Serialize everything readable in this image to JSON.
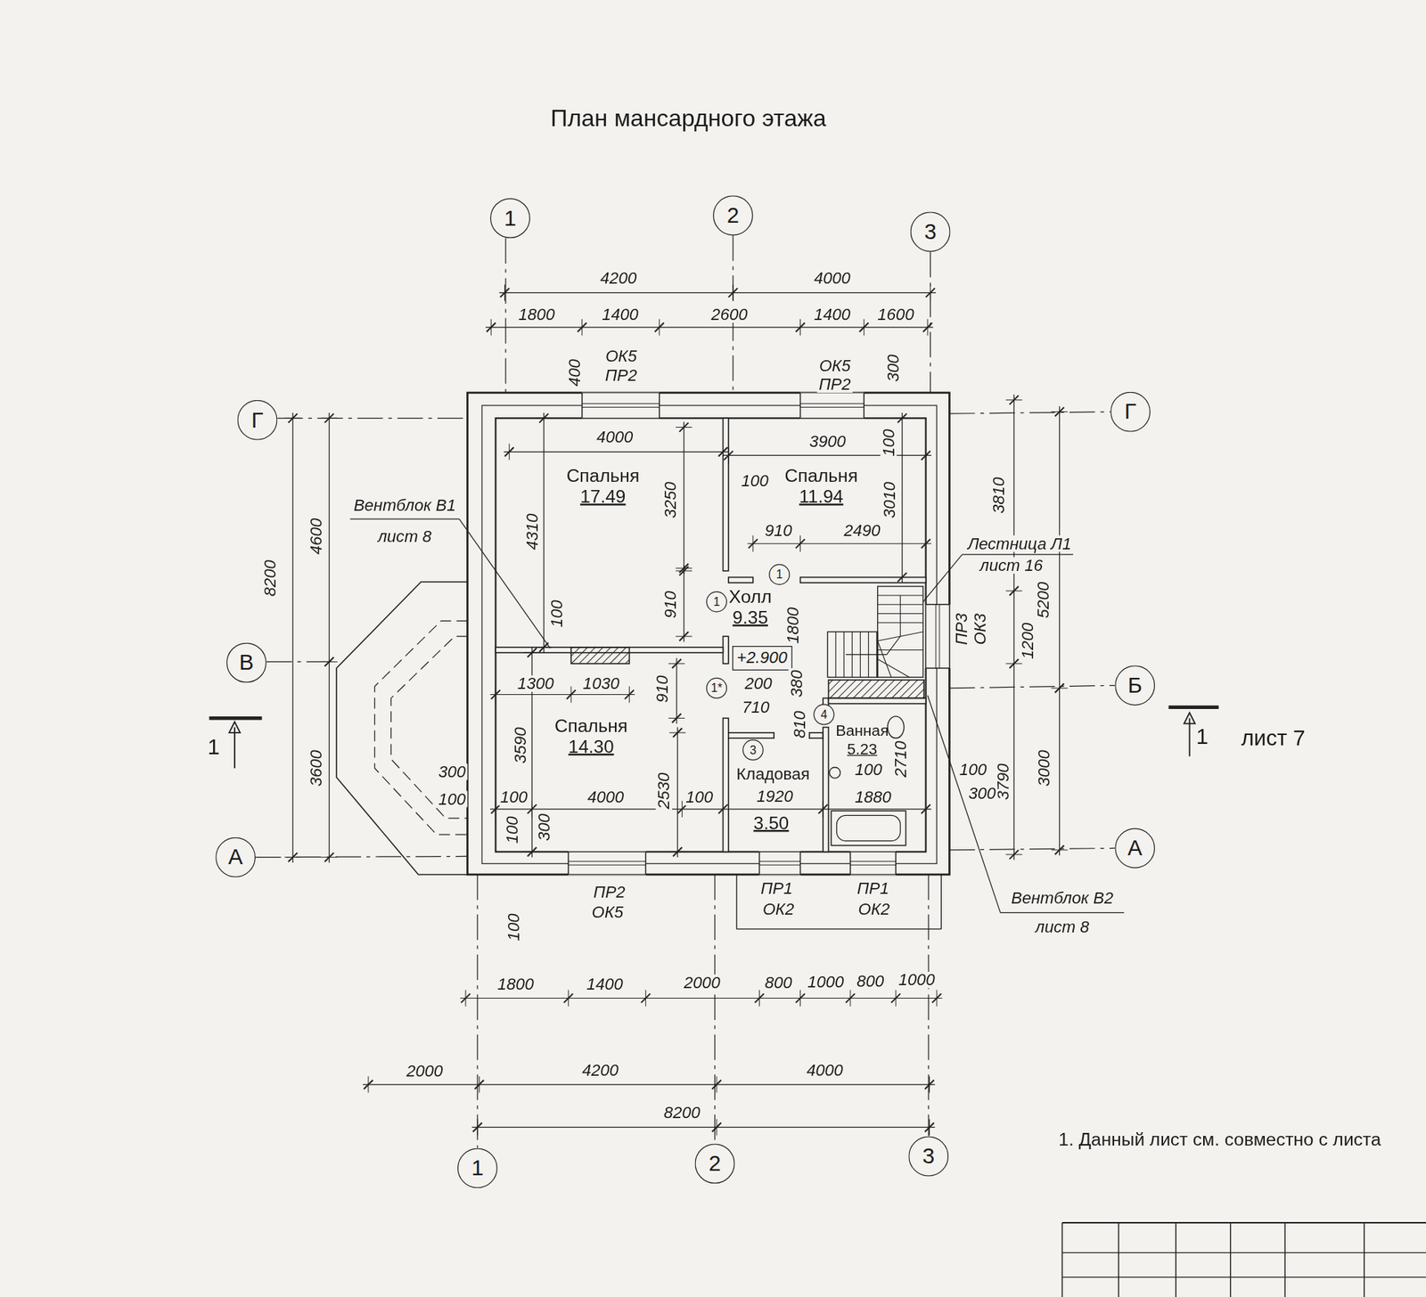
{
  "diagram": {
    "title": "План мансардного этажа",
    "nodes": [
      {
        "text": [
          "1"
        ]
      },
      {
        "text": [
          "2"
        ]
      },
      {
        "text": [
          "3"
        ]
      },
      {
        "text": [
          "Г"
        ]
      },
      {
        "text": [
          "Г"
        ]
      },
      {
        "text": [
          "Спальня",
          "17.49"
        ]
      },
      {
        "text": [
          "Спальня",
          "11.94"
        ]
      },
      {
        "text": [
          "1"
        ]
      },
      {
        "text": [
          "Холл",
          "9.35"
        ]
      },
      {
        "text": [
          "1"
        ]
      },
      {
        "text": [
          "+2.900"
        ]
      },
      {
        "text": [
          "В"
        ]
      },
      {
        "text": [
          "Б"
        ]
      },
      {
        "text": [
          "1*"
        ]
      },
      {
        "text": [
          "4"
        ]
      },
      {
        "text": [
          "Ванная",
          "5.23"
        ]
      },
      {
        "text": [
          "Спальня",
          "14.30"
        ]
      },
      {
        "text": [
          "3"
        ]
      },
      {
        "text": [
          "Кладовая"
        ]
      },
      {
        "text": [
          "А"
        ]
      },
      {
        "text": [
          "А"
        ]
      },
      {
        "text": [
          "1"
        ]
      },
      {
        "text": [
          "2"
        ]
      },
      {
        "text": [
          "3"
        ]
      }
    ],
    "labels": [
      "4200",
      "4000",
      "1800",
      "1400",
      "2600",
      "1400",
      "1600",
      "ОК5",
      "ПР2",
      "400",
      "ОК5",
      "ПР2",
      "300",
      "4000",
      "3900",
      "100",
      "100",
      "3250",
      "3010",
      "4310",
      "Вентблок В1",
      "лист 8",
      "8200",
      "4600",
      "910",
      "2490",
      "Лестница Л1",
      "лист 16",
      "3810",
      "5200",
      "910",
      "100",
      "1800",
      "ПР3",
      "ОК3",
      "1200",
      "1300",
      "1030",
      "910",
      "200",
      "380",
      "710",
      "810",
      "1",
      "3590",
      "3600",
      "2530",
      "1",
      "лист 7",
      "3000",
      "3790",
      "2710",
      "100",
      "100",
      "300",
      "100",
      "100",
      "4000",
      "100",
      "1920",
      "1880",
      "300",
      "100",
      "300",
      "ПР2",
      "ОК5",
      "ПР1",
      "ОК2",
      "ПР1",
      "ОК2",
      "Вентблок В2",
      "лист 8",
      "100",
      "1800",
      "1400",
      "2000",
      "800",
      "1000",
      "800",
      "1000",
      "2000",
      "4200",
      "4000",
      "8200",
      "1. Данный лист см. совместно с листа",
      "3.50"
    ]
  }
}
